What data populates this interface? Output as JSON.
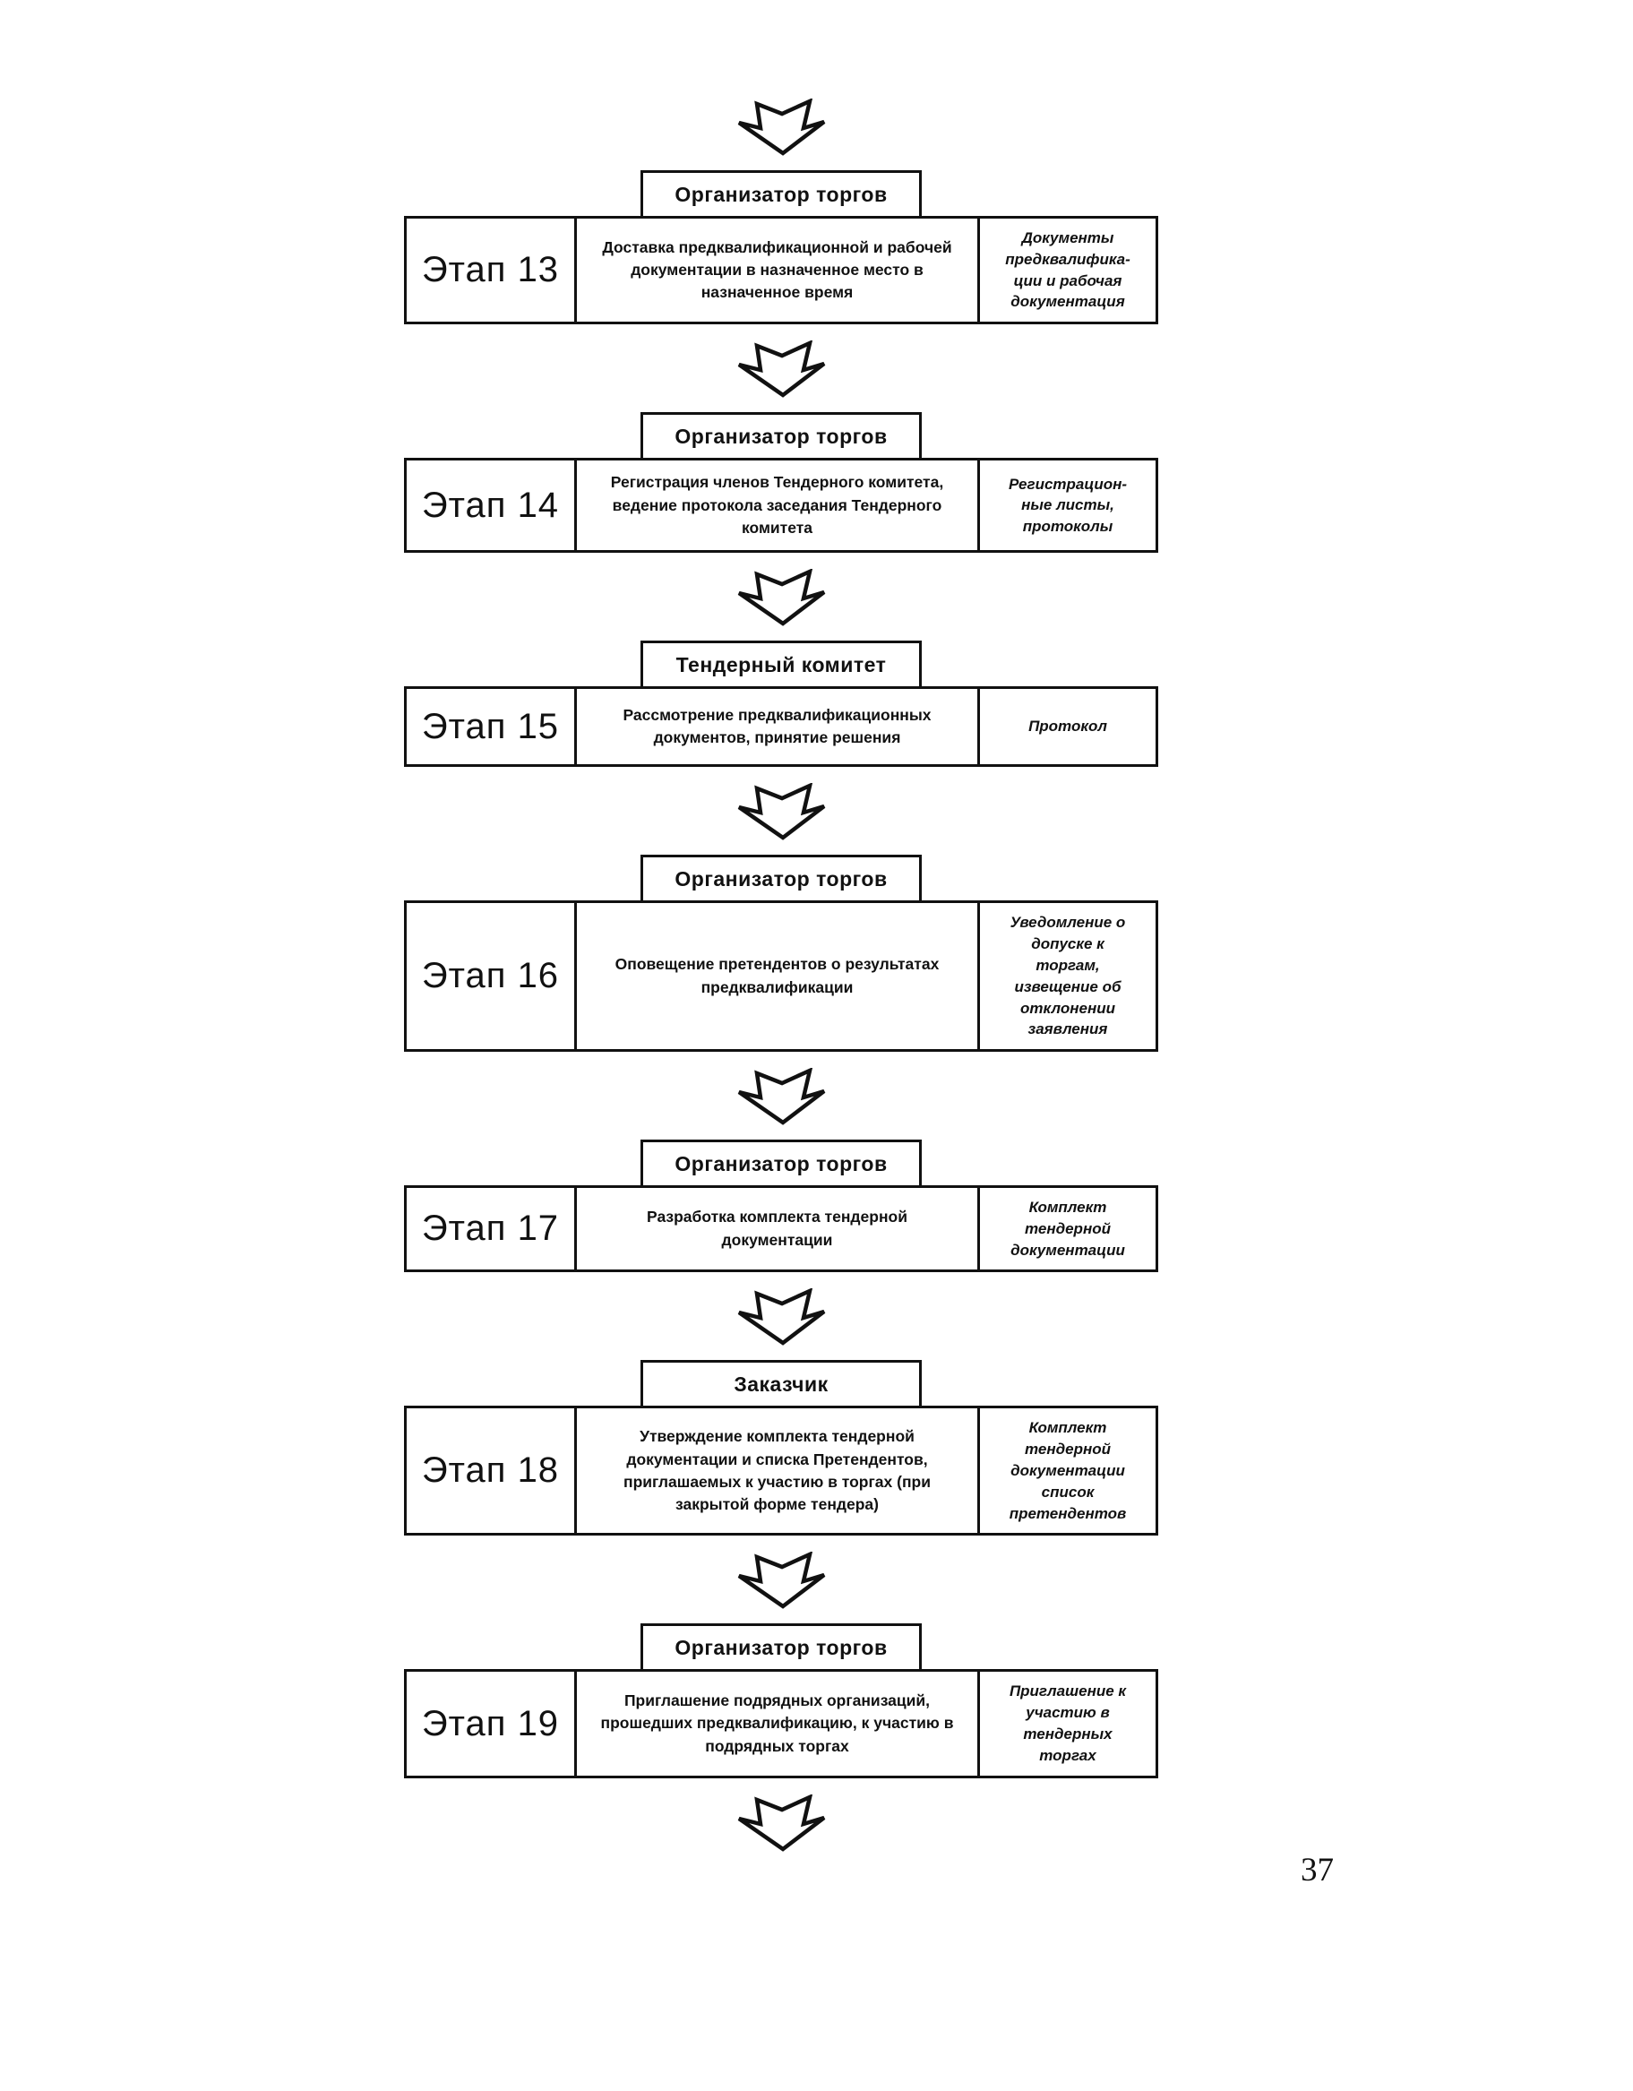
{
  "page": {
    "number": "37",
    "background_color": "#ffffff",
    "ink_color": "#111111"
  },
  "flowchart": {
    "stages": [
      {
        "actor": "Организатор торгов",
        "stage_label": "Этап 13",
        "description": "Доставка предквалификационной и рабочей\nдокументации в назначенное место в\nназначенное время",
        "documents": "Документы\nпредквалифика-\nции и рабочая\nдокументация"
      },
      {
        "actor": "Организатор торгов",
        "stage_label": "Этап 14",
        "description": "Регистрация членов Тендерного комитета,\nведение протокола заседания Тендерного\nкомитета",
        "documents": "Регистрацион-\nные листы,\nпротоколы"
      },
      {
        "actor": "Тендерный комитет",
        "stage_label": "Этап 15",
        "description": "Рассмотрение предквалификационных\nдокументов, принятие решения",
        "documents": "Протокол"
      },
      {
        "actor": "Организатор торгов",
        "stage_label": "Этап 16",
        "description": "Оповещение претендентов о результатах\nпредквалификации",
        "documents": "Уведомление о\nдопуске к\nторгам,\nизвещение об\nотклонении\nзаявления"
      },
      {
        "actor": "Организатор торгов",
        "stage_label": "Этап 17",
        "description": "Разработка комплекта тендерной\nдокументации",
        "documents": "Комплект\nтендерной\nдокументации"
      },
      {
        "actor": "Заказчик",
        "stage_label": "Этап 18",
        "description": "Утверждение комплекта тендерной\nдокументации и списка Претендентов,\nприглашаемых к участию в торгах (при\nзакрытой форме тендера)",
        "documents": "Комплект\nтендерной\nдокументации\nсписок\nпретендентов"
      },
      {
        "actor": "Организатор торгов",
        "stage_label": "Этап 19",
        "description": "Приглашение подрядных организаций,\nпрошедших предквалификацию, к участию в\nподрядных торгах",
        "documents": "Приглашение к\nучастию в\nтендерных\nторгах"
      }
    ]
  }
}
